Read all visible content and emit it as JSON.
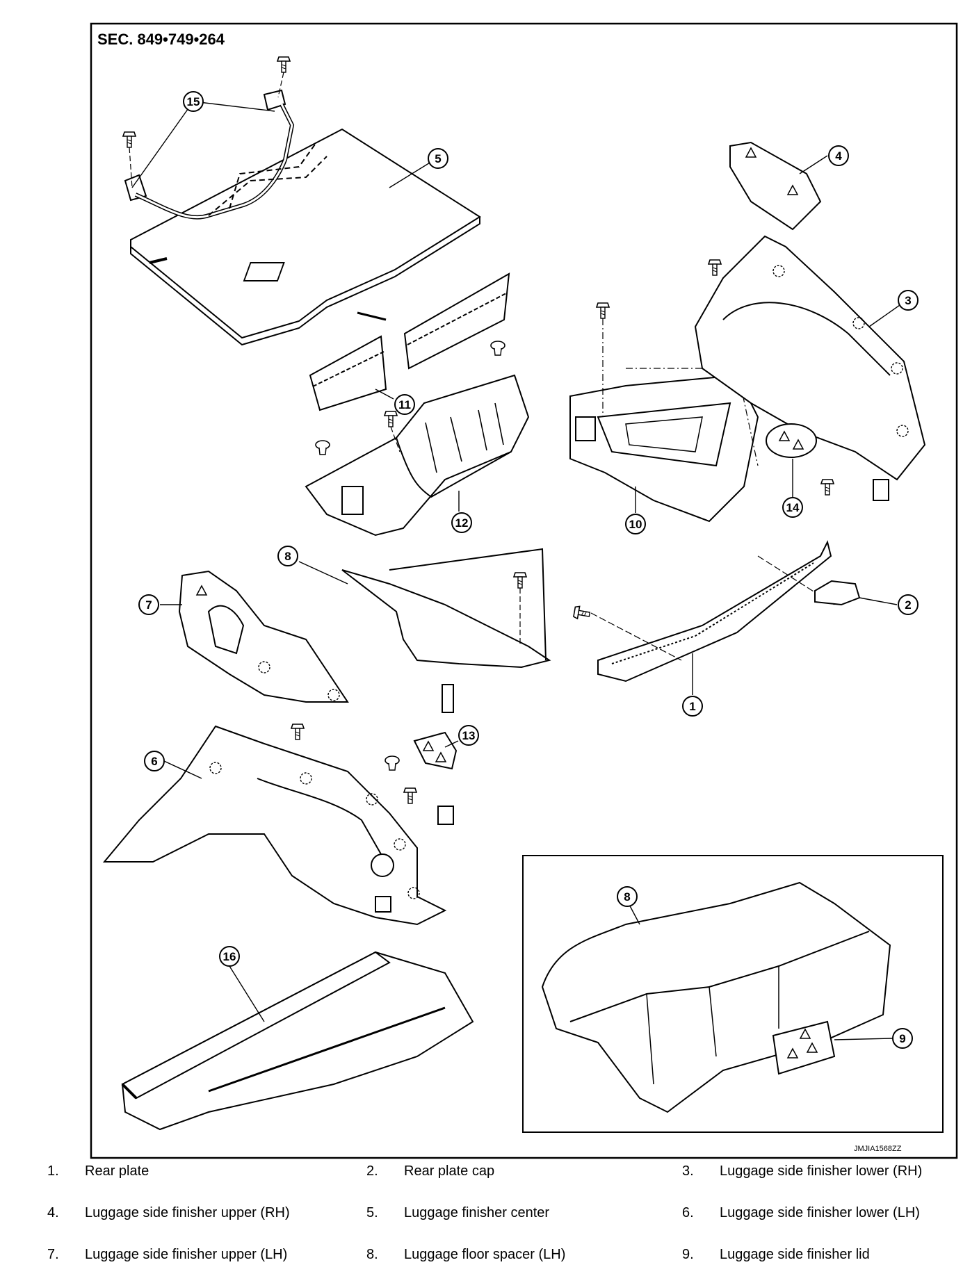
{
  "section_code": "SEC. 849•749•264",
  "image_code": "JMJIA1568ZZ",
  "callouts": [
    "1",
    "2",
    "3",
    "4",
    "5",
    "6",
    "7",
    "8",
    "8",
    "9",
    "10",
    "11",
    "12",
    "13",
    "14",
    "15",
    "16"
  ],
  "legend": [
    {
      "num": "1.",
      "label": "Rear plate"
    },
    {
      "num": "2.",
      "label": "Rear plate cap"
    },
    {
      "num": "3.",
      "label": "Luggage side finisher lower (RH)"
    },
    {
      "num": "4.",
      "label": "Luggage side finisher upper (RH)"
    },
    {
      "num": "5.",
      "label": "Luggage finisher center"
    },
    {
      "num": "6.",
      "label": "Luggage side finisher lower (LH)"
    },
    {
      "num": "7.",
      "label": "Luggage side finisher upper (LH)"
    },
    {
      "num": "8.",
      "label": "Luggage floor spacer (LH)"
    },
    {
      "num": "9.",
      "label": "Luggage side finisher lid"
    }
  ]
}
